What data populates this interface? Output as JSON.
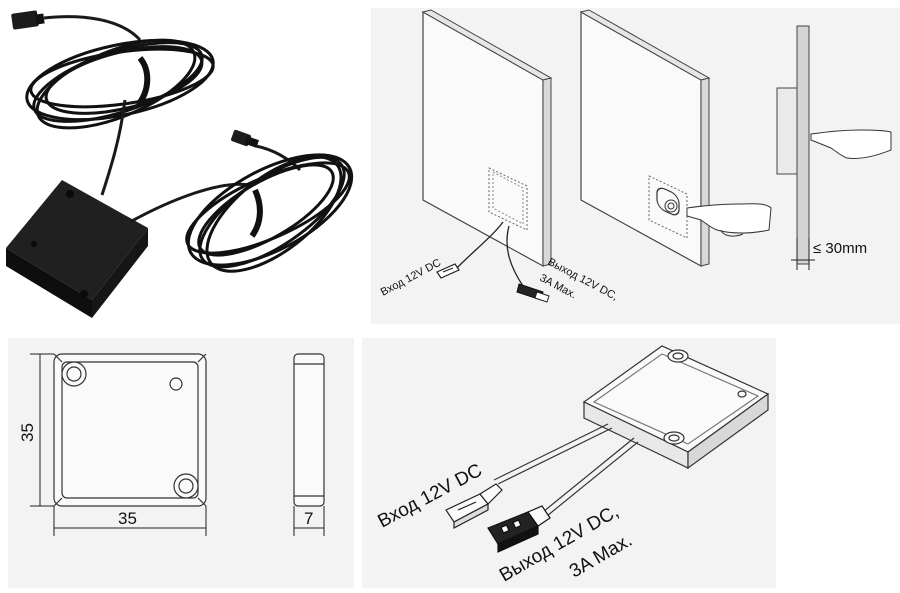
{
  "installation": {
    "input_label_small": "Вход 12V DC",
    "output_label_small_line1": "Выход 12V DC,",
    "output_label_small_line2": "3A Max.",
    "thickness_label": "≤ 30mm"
  },
  "drawing": {
    "dim_height": "35",
    "dim_width": "35",
    "dim_depth": "7"
  },
  "isometric": {
    "input_label": "Вход 12V DC",
    "output_label_line1": "Выход 12V DC,",
    "output_label_line2": "3A Max."
  }
}
